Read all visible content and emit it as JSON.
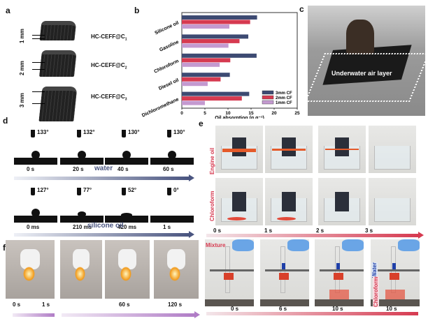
{
  "panels": {
    "a": "a",
    "b": "b",
    "c": "c",
    "d": "d",
    "e": "e",
    "f": "f"
  },
  "panel_a": {
    "items": [
      {
        "thickness": "1 mm",
        "label": "HC-CEFF@C",
        "sub": "1"
      },
      {
        "thickness": "2 mm",
        "label": "HC-CEFF@C",
        "sub": "2"
      },
      {
        "thickness": "3 mm",
        "label": "HC-CEFF@C",
        "sub": "3"
      }
    ]
  },
  "chart_data": {
    "type": "bar",
    "orientation": "horizontal",
    "categories": [
      "Silicone oil",
      "Gasoline",
      "Chloroform",
      "Diesel oil",
      "Dichloromethane"
    ],
    "series": [
      {
        "name": "3mm CF",
        "color": "#3d4a72",
        "values": [
          16.3,
          14.4,
          16.2,
          10.4,
          14.6
        ]
      },
      {
        "name": "2mm CF",
        "color": "#d63a50",
        "values": [
          14.8,
          12.5,
          10.5,
          8.4,
          13.0
        ]
      },
      {
        "name": "1mm CF",
        "color": "#c49ad0",
        "values": [
          10.3,
          10.1,
          8.2,
          5.6,
          5.0
        ]
      }
    ],
    "xlabel": "Oil absorption (g.g⁻¹)",
    "xlim": [
      0,
      25
    ],
    "xticks": [
      "0",
      "5",
      "10",
      "15",
      "20",
      "25"
    ],
    "legend": "bottom-right"
  },
  "panel_c": {
    "caption": "Underwater air layer"
  },
  "panel_d": {
    "water": {
      "label": "water",
      "frames": [
        {
          "angle": "133°",
          "time": "0 s"
        },
        {
          "angle": "132°",
          "time": "20 s"
        },
        {
          "angle": "130°",
          "time": "40 s"
        },
        {
          "angle": "130°",
          "time": "60 s"
        }
      ]
    },
    "oil": {
      "label": "silicone oil",
      "frames": [
        {
          "angle": "127°",
          "time": "0 ms"
        },
        {
          "angle": "77°",
          "time": "210 ms"
        },
        {
          "angle": "52°",
          "time": "420 ms"
        },
        {
          "angle": "0°",
          "time": "1 s"
        }
      ]
    }
  },
  "panel_e": {
    "row_labels": [
      "Engine oil",
      "Chloroform"
    ],
    "times_top": [
      "0 s",
      "1 s",
      "2 s",
      "3 s"
    ],
    "mixture_label": "Mixture",
    "water_label": "Water",
    "chloroform_label": "Chloroform",
    "times_bottom": [
      "0 s",
      "6 s",
      "10 s",
      "10 s"
    ]
  },
  "panel_f": {
    "times": [
      "0 s",
      "1 s",
      "60 s",
      "120 s"
    ]
  }
}
